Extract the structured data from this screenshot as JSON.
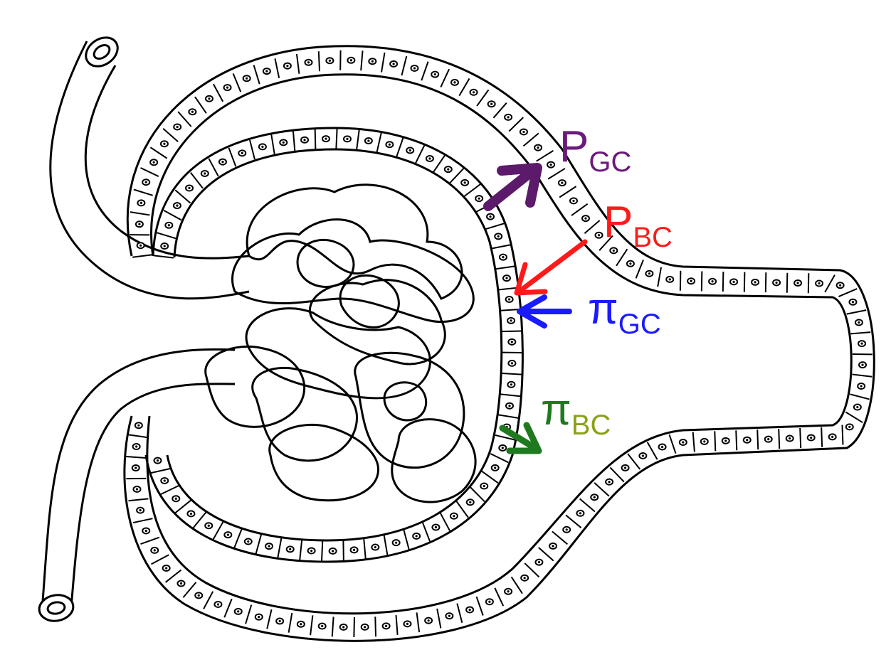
{
  "labels": {
    "pgc": {
      "main": "P",
      "sub": "GC",
      "color": "#6a1a7a"
    },
    "pbc": {
      "main": "P",
      "sub": "BC",
      "color": "#ff1a1a"
    },
    "pigc": {
      "main": "π",
      "sub": "GC",
      "color": "#1a1aff"
    },
    "pibc": {
      "main": "π",
      "sub": "BC",
      "color": "#1f7a1f",
      "sub_color": "#8ca018"
    }
  },
  "arrows": {
    "pgc": {
      "direction": "outward",
      "color": "#5c1a6a"
    },
    "pbc": {
      "direction": "inward",
      "color": "#ff1a1a"
    },
    "pigc": {
      "direction": "inward",
      "color": "#1a1aff"
    },
    "pibc": {
      "direction": "outward",
      "color": "#1f7a1f"
    }
  },
  "diagram": {
    "subject": "glomerulus-bowmans-capsule",
    "line_color": "#000000",
    "fill_color": "#ffffff"
  }
}
